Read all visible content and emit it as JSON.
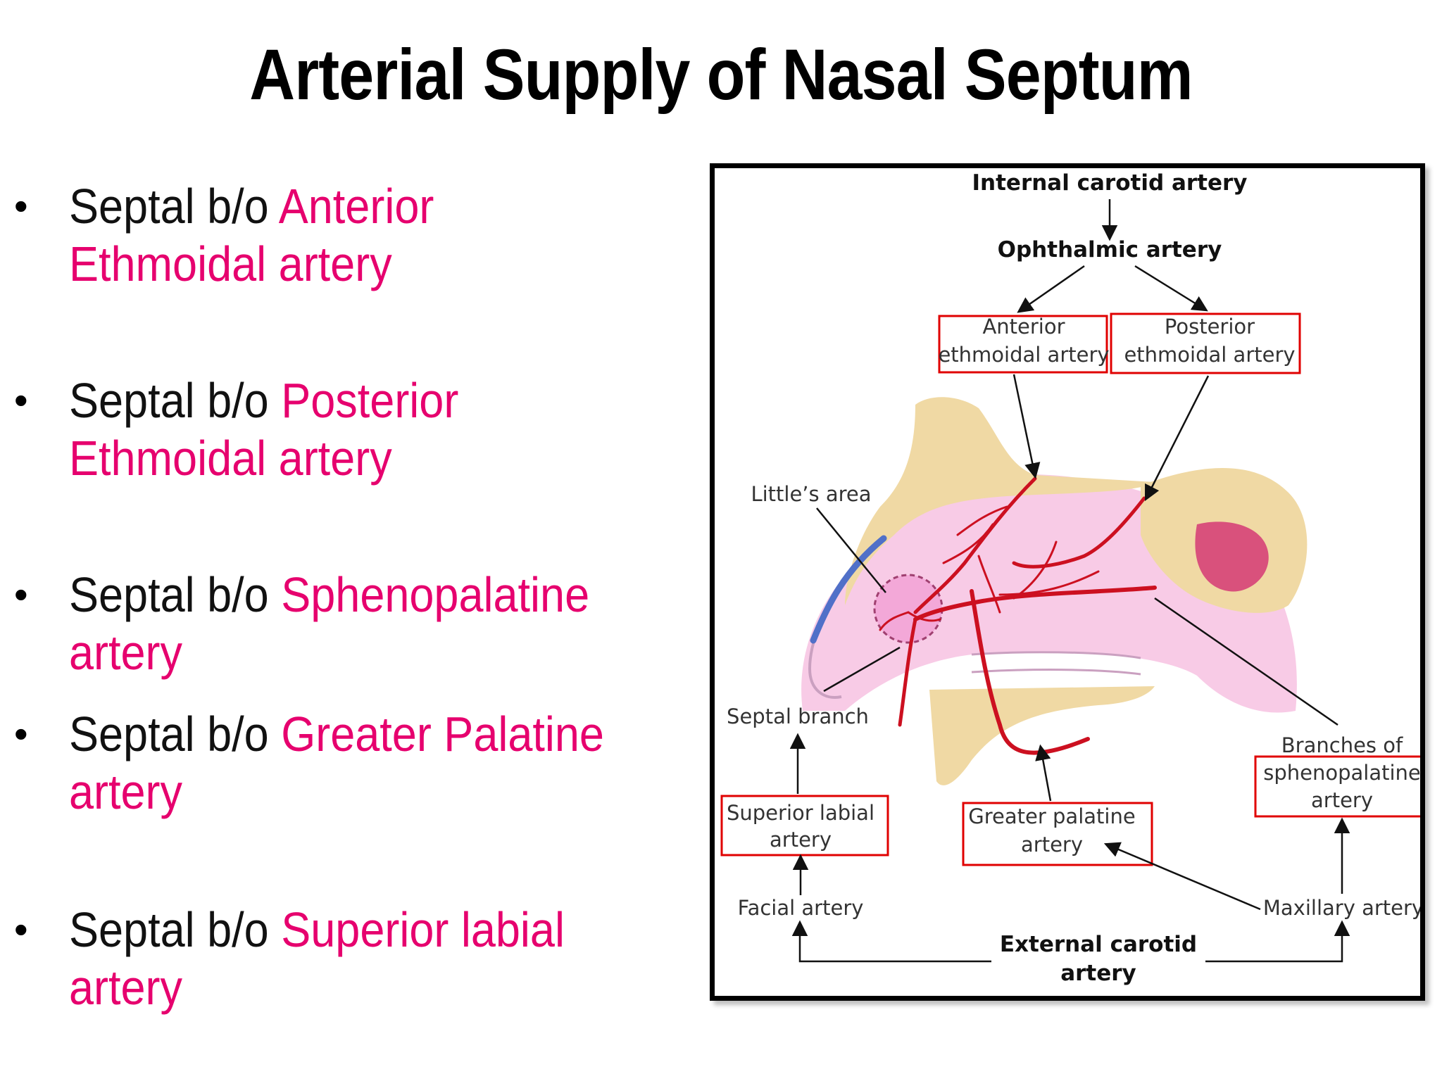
{
  "title": "Arterial Supply of Nasal Septum",
  "bullets": [
    {
      "lead": "Septal b/o ",
      "artery": "Anterior Ethmoidal artery"
    },
    {
      "lead": "Septal b/o ",
      "artery": "Posterior Ethmoidal artery"
    },
    {
      "lead": "Septal b/o ",
      "artery": "Sphenopalatine artery"
    },
    {
      "lead": "Septal b/o ",
      "artery": "Greater Palatine artery"
    },
    {
      "lead": "Septal b/o ",
      "artery": "Superior labial artery"
    }
  ],
  "diagram": {
    "internal_carotid": "Internal carotid artery",
    "ophthalmic": "Ophthalmic artery",
    "anterior_ethmoidal": [
      "Anterior",
      "ethmoidal artery"
    ],
    "posterior_ethmoidal": [
      "Posterior",
      "ethmoidal artery"
    ],
    "littles_area": "Little’s area",
    "septal_branch": "Septal branch",
    "superior_labial": [
      "Superior labial",
      "artery"
    ],
    "greater_palatine": [
      "Greater palatine",
      "artery"
    ],
    "sphenopalatine_branches": [
      "Branches of",
      "sphenopalatine",
      "artery"
    ],
    "facial": "Facial artery",
    "maxillary": "Maxillary artery",
    "external_carotid": [
      "External carotid",
      "artery"
    ]
  },
  "colors": {
    "accent_text": "#e6006e",
    "highlight_box": "#e00000",
    "artery": "#cc1020",
    "bone": "#f0d9a4",
    "mucosa": "#f7c6e4"
  }
}
